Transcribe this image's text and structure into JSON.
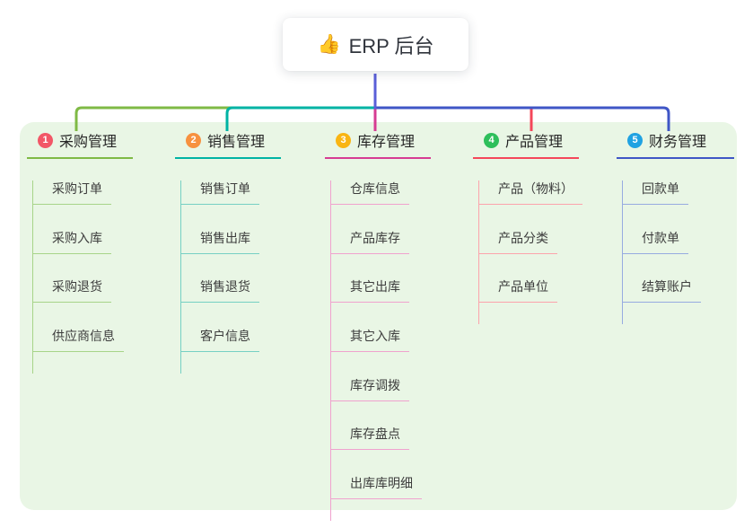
{
  "root": {
    "icon": "👍",
    "label": "ERP 后台"
  },
  "canvas": {
    "panel_color": "#e9f6e5",
    "root_edge_color": "#5a5fd8",
    "background": "#ffffff"
  },
  "branches": [
    {
      "num": "1",
      "label": "采购管理",
      "badge_color": "#f25767",
      "line_color": "#7fba45",
      "child_line_color": "#a7d489",
      "children": [
        "采购订单",
        "采购入库",
        "采购退货",
        "供应商信息"
      ]
    },
    {
      "num": "2",
      "label": "销售管理",
      "badge_color": "#f7913f",
      "line_color": "#00b3a4",
      "child_line_color": "#76d0c3",
      "children": [
        "销售订单",
        "销售出库",
        "销售退货",
        "客户信息"
      ]
    },
    {
      "num": "3",
      "label": "库存管理",
      "badge_color": "#f9b513",
      "line_color": "#d63c93",
      "child_line_color": "#f0a2ce",
      "children": [
        "仓库信息",
        "产品库存",
        "其它出库",
        "其它入库",
        "库存调拨",
        "库存盘点",
        "出库库明细"
      ]
    },
    {
      "num": "4",
      "label": "产品管理",
      "badge_color": "#2ebf5b",
      "line_color": "#f4475a",
      "child_line_color": "#fca3ac",
      "children": [
        "产品（物料）",
        "产品分类",
        "产品单位"
      ]
    },
    {
      "num": "5",
      "label": "财务管理",
      "badge_color": "#20a2e2",
      "line_color": "#3f56c6",
      "child_line_color": "#97abe0",
      "children": [
        "回款单",
        "付款单",
        "结算账户"
      ]
    }
  ]
}
